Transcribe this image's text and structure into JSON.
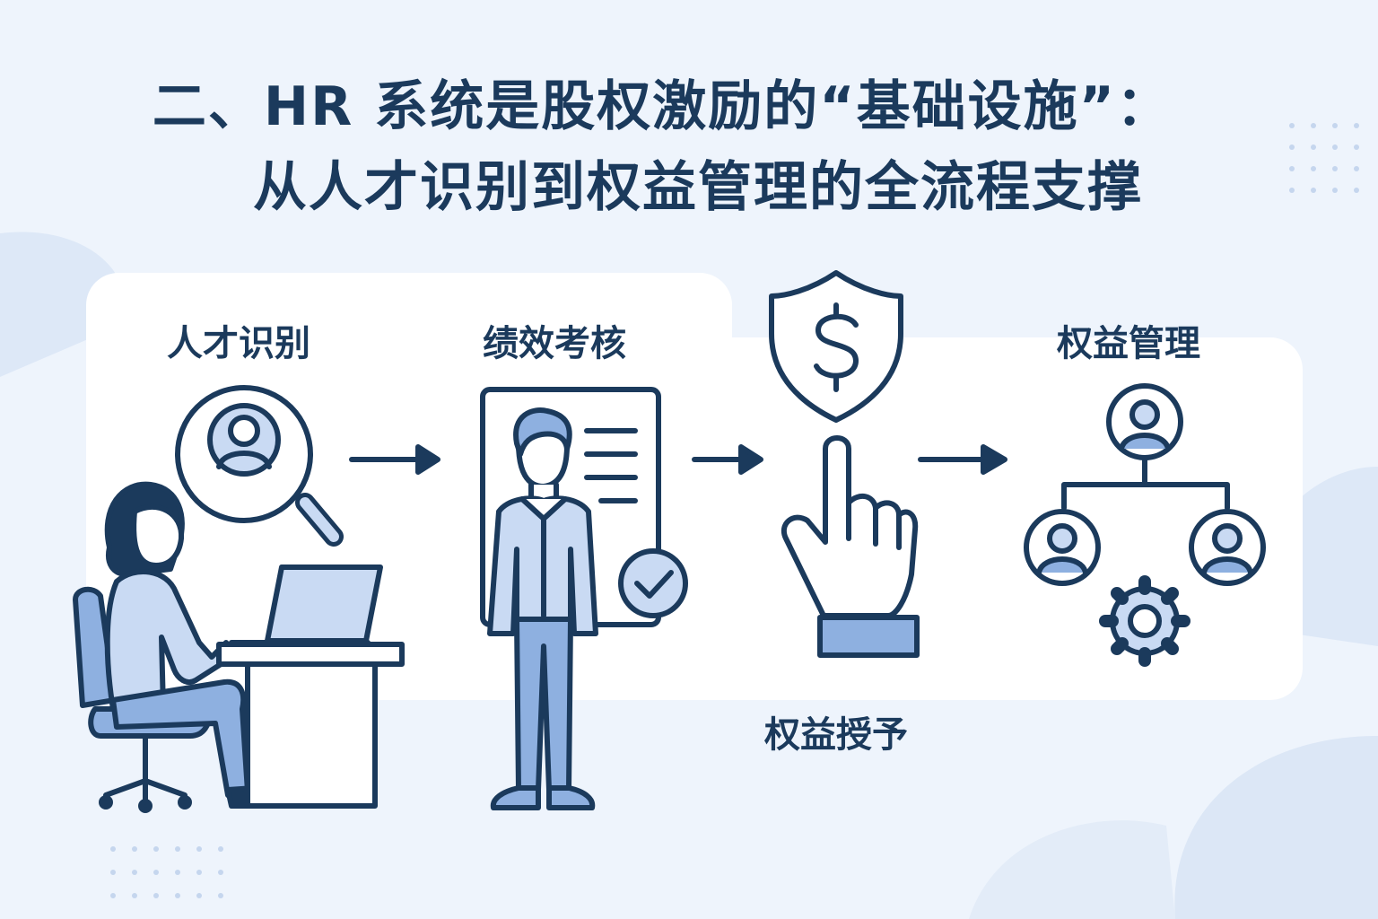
{
  "title": {
    "line1": "二、HR 系统是股权激励的“基础设施”：",
    "line2": "从人才识别到权益管理的全流程支撑"
  },
  "steps": [
    {
      "label": "人才识别",
      "icon": "magnifier-person-icon"
    },
    {
      "label": "绩效考核",
      "icon": "employee-checklist-icon"
    },
    {
      "label": "权益授予",
      "icon": "shield-dollar-hand-icon"
    },
    {
      "label": "权益管理",
      "icon": "org-chart-gear-icon"
    }
  ],
  "colors": {
    "background": "#eef4fc",
    "ink": "#1b3a5c",
    "fill_light": "#c9daf3",
    "fill_mid": "#8eb0e0"
  }
}
